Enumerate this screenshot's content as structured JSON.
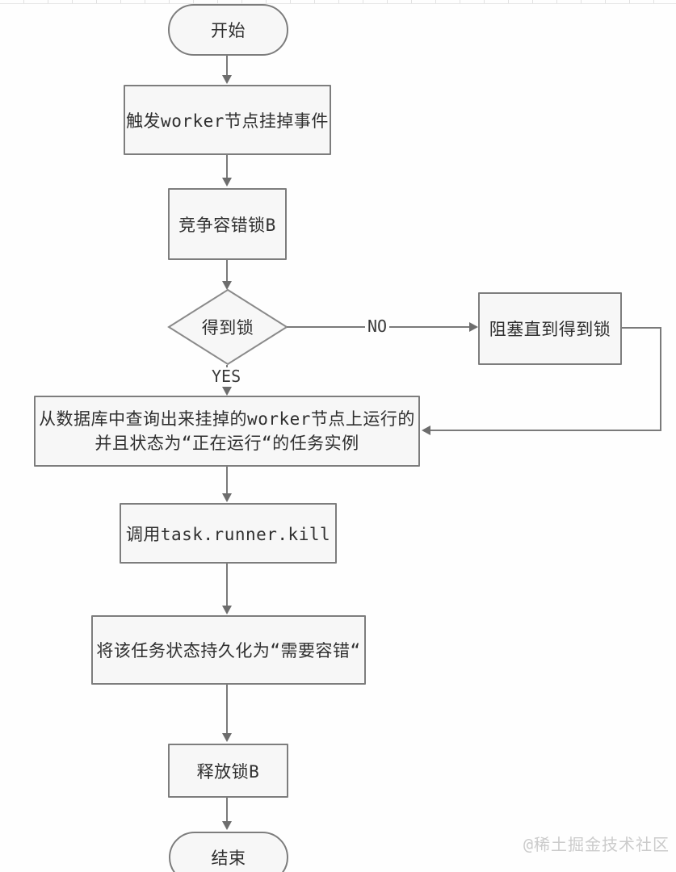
{
  "diagram": {
    "type": "flowchart",
    "nodes": {
      "start": {
        "label": "开始",
        "shape": "terminator"
      },
      "trigger_event": {
        "label": "触发worker节点挂掉事件",
        "shape": "process"
      },
      "compete_lock": {
        "label": "竞争容错锁B",
        "shape": "process"
      },
      "got_lock": {
        "label": "得到锁",
        "shape": "decision"
      },
      "block_until_lock": {
        "label": "阻塞直到得到锁",
        "shape": "process"
      },
      "query_tasks": {
        "line1": "从数据库中查询出来挂掉的worker节点上运行的",
        "line2": "并且状态为“正在运行“的任务实例",
        "shape": "process"
      },
      "call_kill": {
        "label": "调用task.runner.kill",
        "shape": "process"
      },
      "persist_state": {
        "label": "将该任务状态持久化为“需要容错“",
        "shape": "process"
      },
      "release_lock": {
        "label": "释放锁B",
        "shape": "process"
      },
      "end": {
        "label": "结束",
        "shape": "terminator"
      }
    },
    "edge_labels": {
      "yes": "YES",
      "no": "NO"
    },
    "watermark": "@稀土掘金技术社区",
    "colors": {
      "node_fill": "#f7f7f7",
      "node_border": "#7d7d7d",
      "connector": "#7a7a7a",
      "text": "#2f2f2f",
      "watermark": "#cbcbcb",
      "background": "#fefefe"
    }
  }
}
